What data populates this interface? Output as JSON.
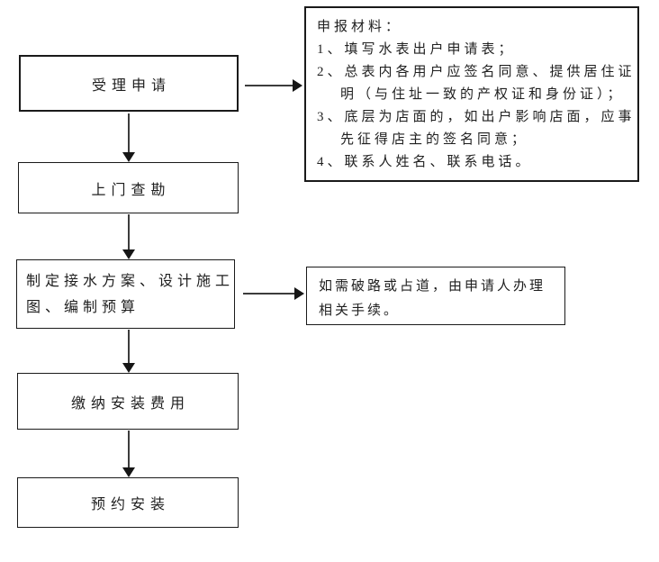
{
  "colors": {
    "background": "#ffffff",
    "box_border": "#1a1a1a",
    "text": "#1f1f1f",
    "arrow": "#3c3c3c"
  },
  "steps": [
    {
      "id": "accept-application",
      "label": "受理申请",
      "lines": [
        "受理申请"
      ]
    },
    {
      "id": "site-survey",
      "label": "上门查勘",
      "lines": [
        "上门查勘"
      ]
    },
    {
      "id": "plan-design-budget",
      "label": "制定接水方案、设计施工图、编制预算",
      "lines": [
        "制定接水方案、设计施工",
        "图、编制预算"
      ]
    },
    {
      "id": "pay-installation-fee",
      "label": "缴纳安装费用",
      "lines": [
        "缴纳安装费用"
      ]
    },
    {
      "id": "schedule-installation",
      "label": "预约安装",
      "lines": [
        "预约安装"
      ]
    }
  ],
  "notes": {
    "materials": {
      "text": "申报材料：1、填写水表出户申请表；2、总表内各用户应签名同意、提供居住证明（与住址一致的产权证和身份证）；3、底层为店面的，如出户影响店面，应事先征得店主的签名同意；4、联系人姓名、联系电话。",
      "lines": [
        "申报材料：",
        "1、填写水表出户申请表；",
        "2、总表内各用户应签名同意、提供居住证",
        "明（与住址一致的产权证和身份证）；",
        "3、底层为店面的，如出户影响店面，应事",
        "先征得店主的签名同意；",
        "4、联系人姓名、联系电话。"
      ]
    },
    "road_permit": {
      "text": "如需破路或占道，由申请人办理相关手续。",
      "lines": [
        "如需破路或占道，由申请人办理",
        "相关手续。"
      ]
    }
  }
}
